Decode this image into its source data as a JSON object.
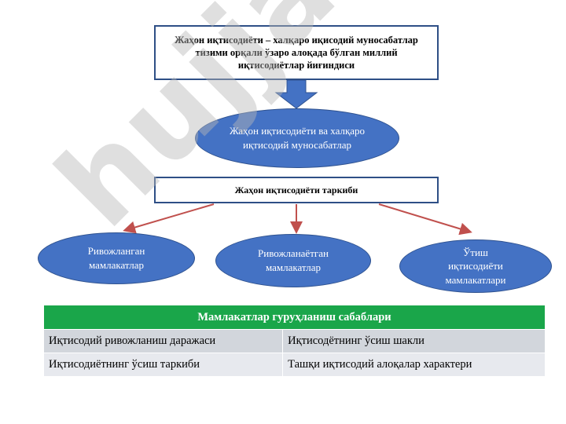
{
  "top_box": {
    "text": "Жаҳон иқтисодиёти – халқаро иқисодий муносабатлар тизими орқали ўзаро алоқада бўлган миллий иқтисодиётлар йиғиндиси"
  },
  "main_oval": {
    "text": "Жаҳон иқтисодиёти ва халқаро иқтисодий муносабатлар"
  },
  "structure_box": {
    "text": "Жаҳон иқтисодиёти таркиби"
  },
  "country_groups": [
    {
      "label": "Ривожланган мамлакатлар"
    },
    {
      "label": "Ривожланаётган мамлакатлар"
    },
    {
      "label": "Ўтиш иқтисодиёти мамлакатлари"
    }
  ],
  "reasons_table": {
    "header": "Мамлакатлар гуруҳланиш сабаблари",
    "rows": [
      [
        "Иқтисодий ривожланиш даражаси",
        "Иқтисодётнинг ўсиш шакли"
      ],
      [
        "Иқтисодиётнинг ўсиш таркиби",
        "Ташқи иқтисодий алоқалар характери"
      ]
    ]
  },
  "watermark": {
    "text": "hujjat",
    "accent": "24"
  },
  "colors": {
    "oval_fill": "#4472c4",
    "box_border": "#2e4f86",
    "arrow_red": "#c0504d",
    "table_header": "#1aa64a"
  }
}
